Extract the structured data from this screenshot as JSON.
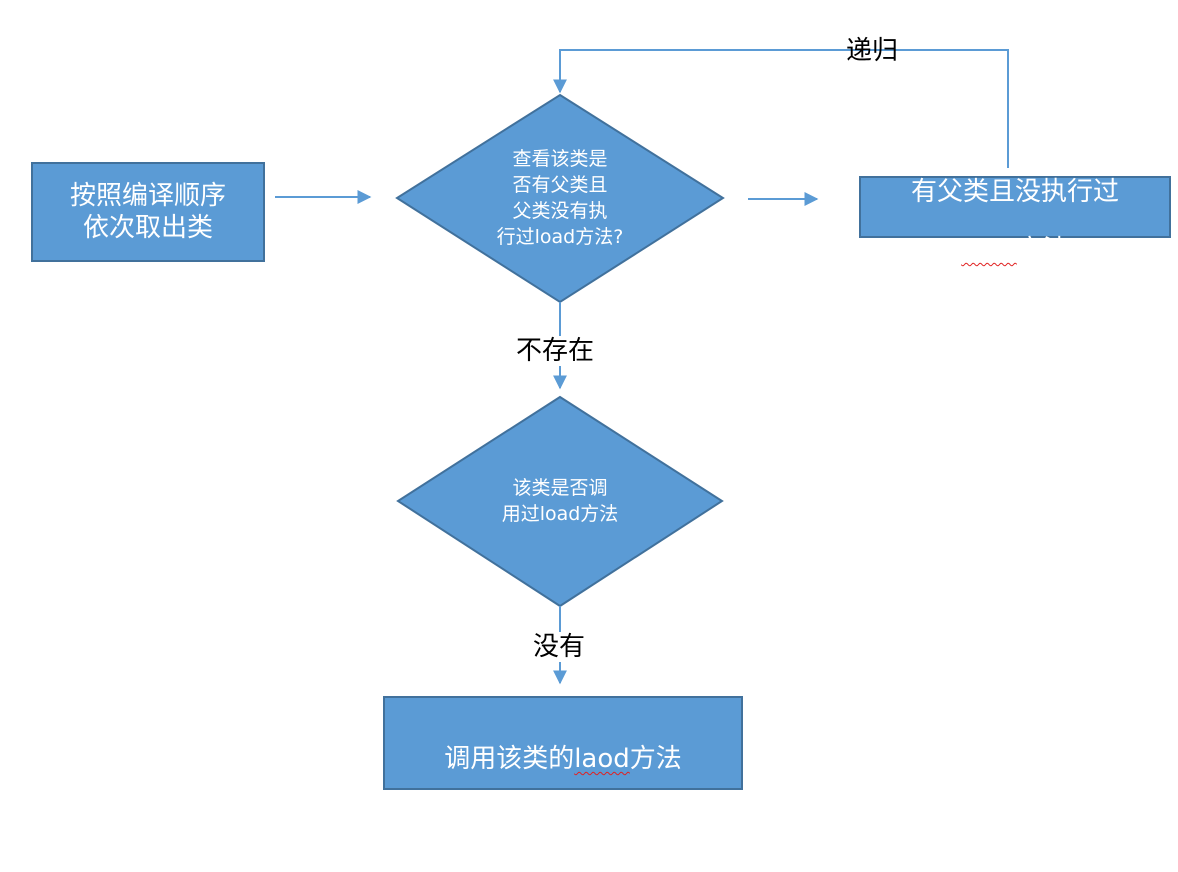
{
  "nodes": {
    "start": {
      "label": "按照编译顺序\n依次取出类"
    },
    "check_parent": {
      "label": "查看该类是\n否有父类且\n父类没有执\n行过load方法?"
    },
    "has_parent": {
      "label_line1": "有父类且没执行过",
      "label_word": "loda",
      "label_suffix": "方法"
    },
    "check_self": {
      "label": "该类是否调\n用过load方法"
    },
    "call_load": {
      "label_prefix": "调用该类的",
      "label_word": "laod",
      "label_suffix": "方法"
    }
  },
  "edges": {
    "recursion": {
      "label": "递归"
    },
    "not_exist": {
      "label": "不存在"
    },
    "not_yet": {
      "label": "没有"
    }
  },
  "colors": {
    "shape_fill": "#5B9BD5",
    "shape_border": "#41719C",
    "connector": "#5B9BD5",
    "spell_check_underline": "#E02020"
  }
}
